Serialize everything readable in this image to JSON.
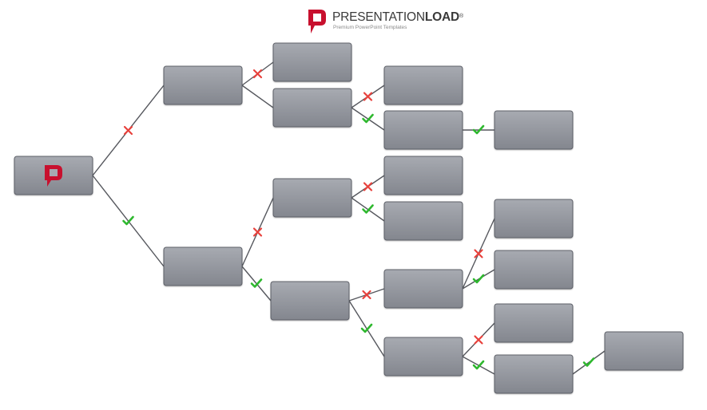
{
  "header": {
    "brand_light": "PRESENTATION",
    "brand_bold": "LOAD",
    "registered": "®",
    "tagline": "Premium PowerPoint Templates"
  },
  "colors": {
    "box_top": "#a7aab1",
    "box_bottom": "#83868e",
    "box_border": "#5d6068",
    "connector": "#55575d",
    "yes_mark": "#2eb82e",
    "no_mark": "#e8413c",
    "brand_red": "#c8102e"
  },
  "tree": {
    "nodes": [
      {
        "id": "root",
        "icon": "presentationload-logo-icon"
      },
      {
        "id": "n1"
      },
      {
        "id": "n2"
      },
      {
        "id": "n1a"
      },
      {
        "id": "n1b"
      },
      {
        "id": "n1b1"
      },
      {
        "id": "n1b2"
      },
      {
        "id": "n1b2a"
      },
      {
        "id": "n2a"
      },
      {
        "id": "n2b"
      },
      {
        "id": "n2a1"
      },
      {
        "id": "n2a2"
      },
      {
        "id": "n2b1"
      },
      {
        "id": "n2b2"
      },
      {
        "id": "n2b1a"
      },
      {
        "id": "n2b1b"
      },
      {
        "id": "n2b2a"
      },
      {
        "id": "n2b2b"
      },
      {
        "id": "n2b2b1"
      }
    ],
    "edges": [
      {
        "from": "root",
        "to": "n1",
        "mark": "no"
      },
      {
        "from": "root",
        "to": "n2",
        "mark": "yes"
      },
      {
        "from": "n1",
        "to": "n1a",
        "mark": "no"
      },
      {
        "from": "n1",
        "to": "n1b",
        "mark": "none"
      },
      {
        "from": "n1b",
        "to": "n1b1",
        "mark": "no"
      },
      {
        "from": "n1b",
        "to": "n1b2",
        "mark": "yes"
      },
      {
        "from": "n1b2",
        "to": "n1b2a",
        "mark": "yes"
      },
      {
        "from": "n2",
        "to": "n2a",
        "mark": "no"
      },
      {
        "from": "n2",
        "to": "n2b",
        "mark": "yes"
      },
      {
        "from": "n2a",
        "to": "n2a1",
        "mark": "no"
      },
      {
        "from": "n2a",
        "to": "n2a2",
        "mark": "yes"
      },
      {
        "from": "n2b",
        "to": "n2b1",
        "mark": "no"
      },
      {
        "from": "n2b",
        "to": "n2b2",
        "mark": "yes"
      },
      {
        "from": "n2b1",
        "to": "n2b1a",
        "mark": "no"
      },
      {
        "from": "n2b1",
        "to": "n2b1b",
        "mark": "yes"
      },
      {
        "from": "n2b2",
        "to": "n2b2a",
        "mark": "no"
      },
      {
        "from": "n2b2",
        "to": "n2b2b",
        "mark": "yes"
      },
      {
        "from": "n2b2b",
        "to": "n2b2b1",
        "mark": "yes"
      }
    ]
  }
}
